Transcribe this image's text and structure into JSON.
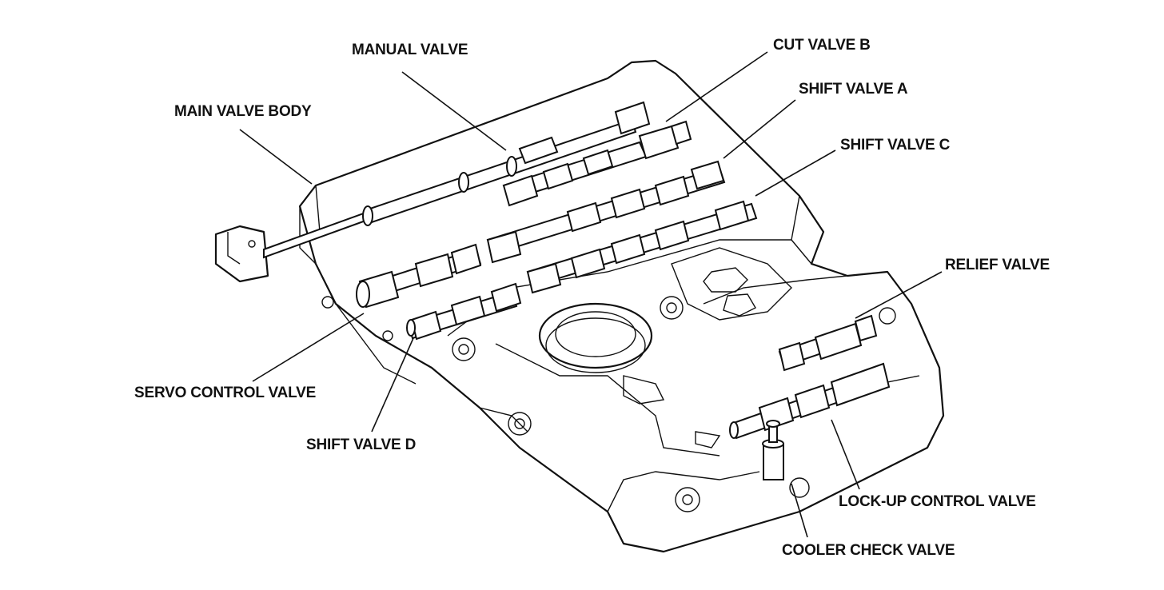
{
  "labels": {
    "manual_valve": "MANUAL VALVE",
    "cut_valve_b": "CUT VALVE B",
    "shift_valve_a": "SHIFT VALVE A",
    "main_valve_body": "MAIN VALVE BODY",
    "shift_valve_c": "SHIFT VALVE C",
    "relief_valve": "RELIEF VALVE",
    "servo_control_valve": "SERVO CONTROL VALVE",
    "shift_valve_d": "SHIFT VALVE D",
    "lock_up_control_valve": "LOCK-UP CONTROL VALVE",
    "cooler_check_valve": "COOLER CHECK VALVE"
  }
}
